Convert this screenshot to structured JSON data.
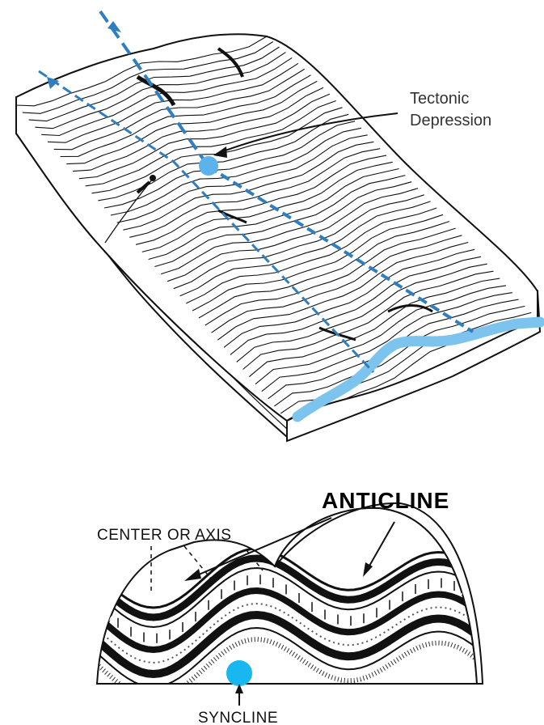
{
  "top_diagram": {
    "label_line1": "Tectonic",
    "label_line2": "Depression",
    "colors": {
      "axis_line": "#2f7fc0",
      "marker": "#5ab3ec",
      "river": "#7cc4ee",
      "ink": "#111111"
    }
  },
  "bottom_diagram": {
    "anticline_label": "ANTICLINE",
    "axis_label": "CENTER OR AXIS",
    "syncline_label": "SYNCLINE",
    "colors": {
      "marker": "#19b7f0",
      "ink": "#111111"
    }
  }
}
